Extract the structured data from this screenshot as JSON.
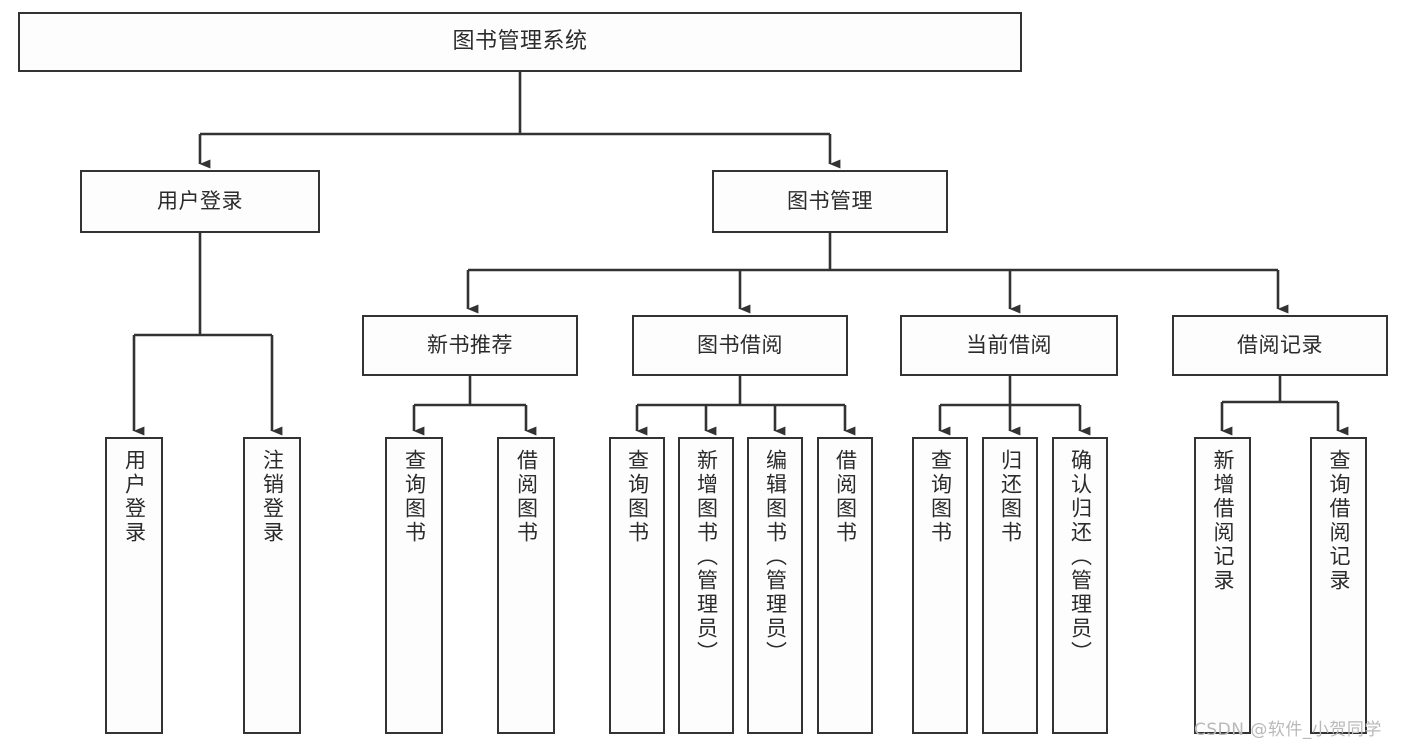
{
  "diagram": {
    "title": "图书管理系统",
    "type": "tree-hierarchy-chart",
    "watermark": "CSDN @软件_小贺同学",
    "colors": {
      "node_border": "#333333",
      "node_fill": "#fdfdfd",
      "edge": "#333333",
      "text": "#2b2b2b",
      "background": "#ffffff",
      "watermark": "#b9b9b9"
    },
    "root": {
      "label": "图书管理系统"
    },
    "level1": [
      {
        "label": "用户登录"
      },
      {
        "label": "图书管理"
      }
    ],
    "level2": [
      {
        "label": "新书推荐"
      },
      {
        "label": "图书借阅"
      },
      {
        "label": "当前借阅"
      },
      {
        "label": "借阅记录"
      }
    ],
    "leaves": {
      "user_login": [
        {
          "label": "用户登录"
        },
        {
          "label": "注销登录"
        }
      ],
      "new_book_recommend": [
        {
          "label": "查询图书"
        },
        {
          "label": "借阅图书"
        }
      ],
      "book_borrow": [
        {
          "label": "查询图书"
        },
        {
          "label": "新增图书（管理员）"
        },
        {
          "label": "编辑图书（管理员）"
        },
        {
          "label": "借阅图书"
        }
      ],
      "current_borrow": [
        {
          "label": "查询图书"
        },
        {
          "label": "归还图书"
        },
        {
          "label": "确认归还（管理员）"
        }
      ],
      "borrow_records": [
        {
          "label": "新增借阅记录"
        },
        {
          "label": "查询借阅记录"
        }
      ]
    }
  }
}
